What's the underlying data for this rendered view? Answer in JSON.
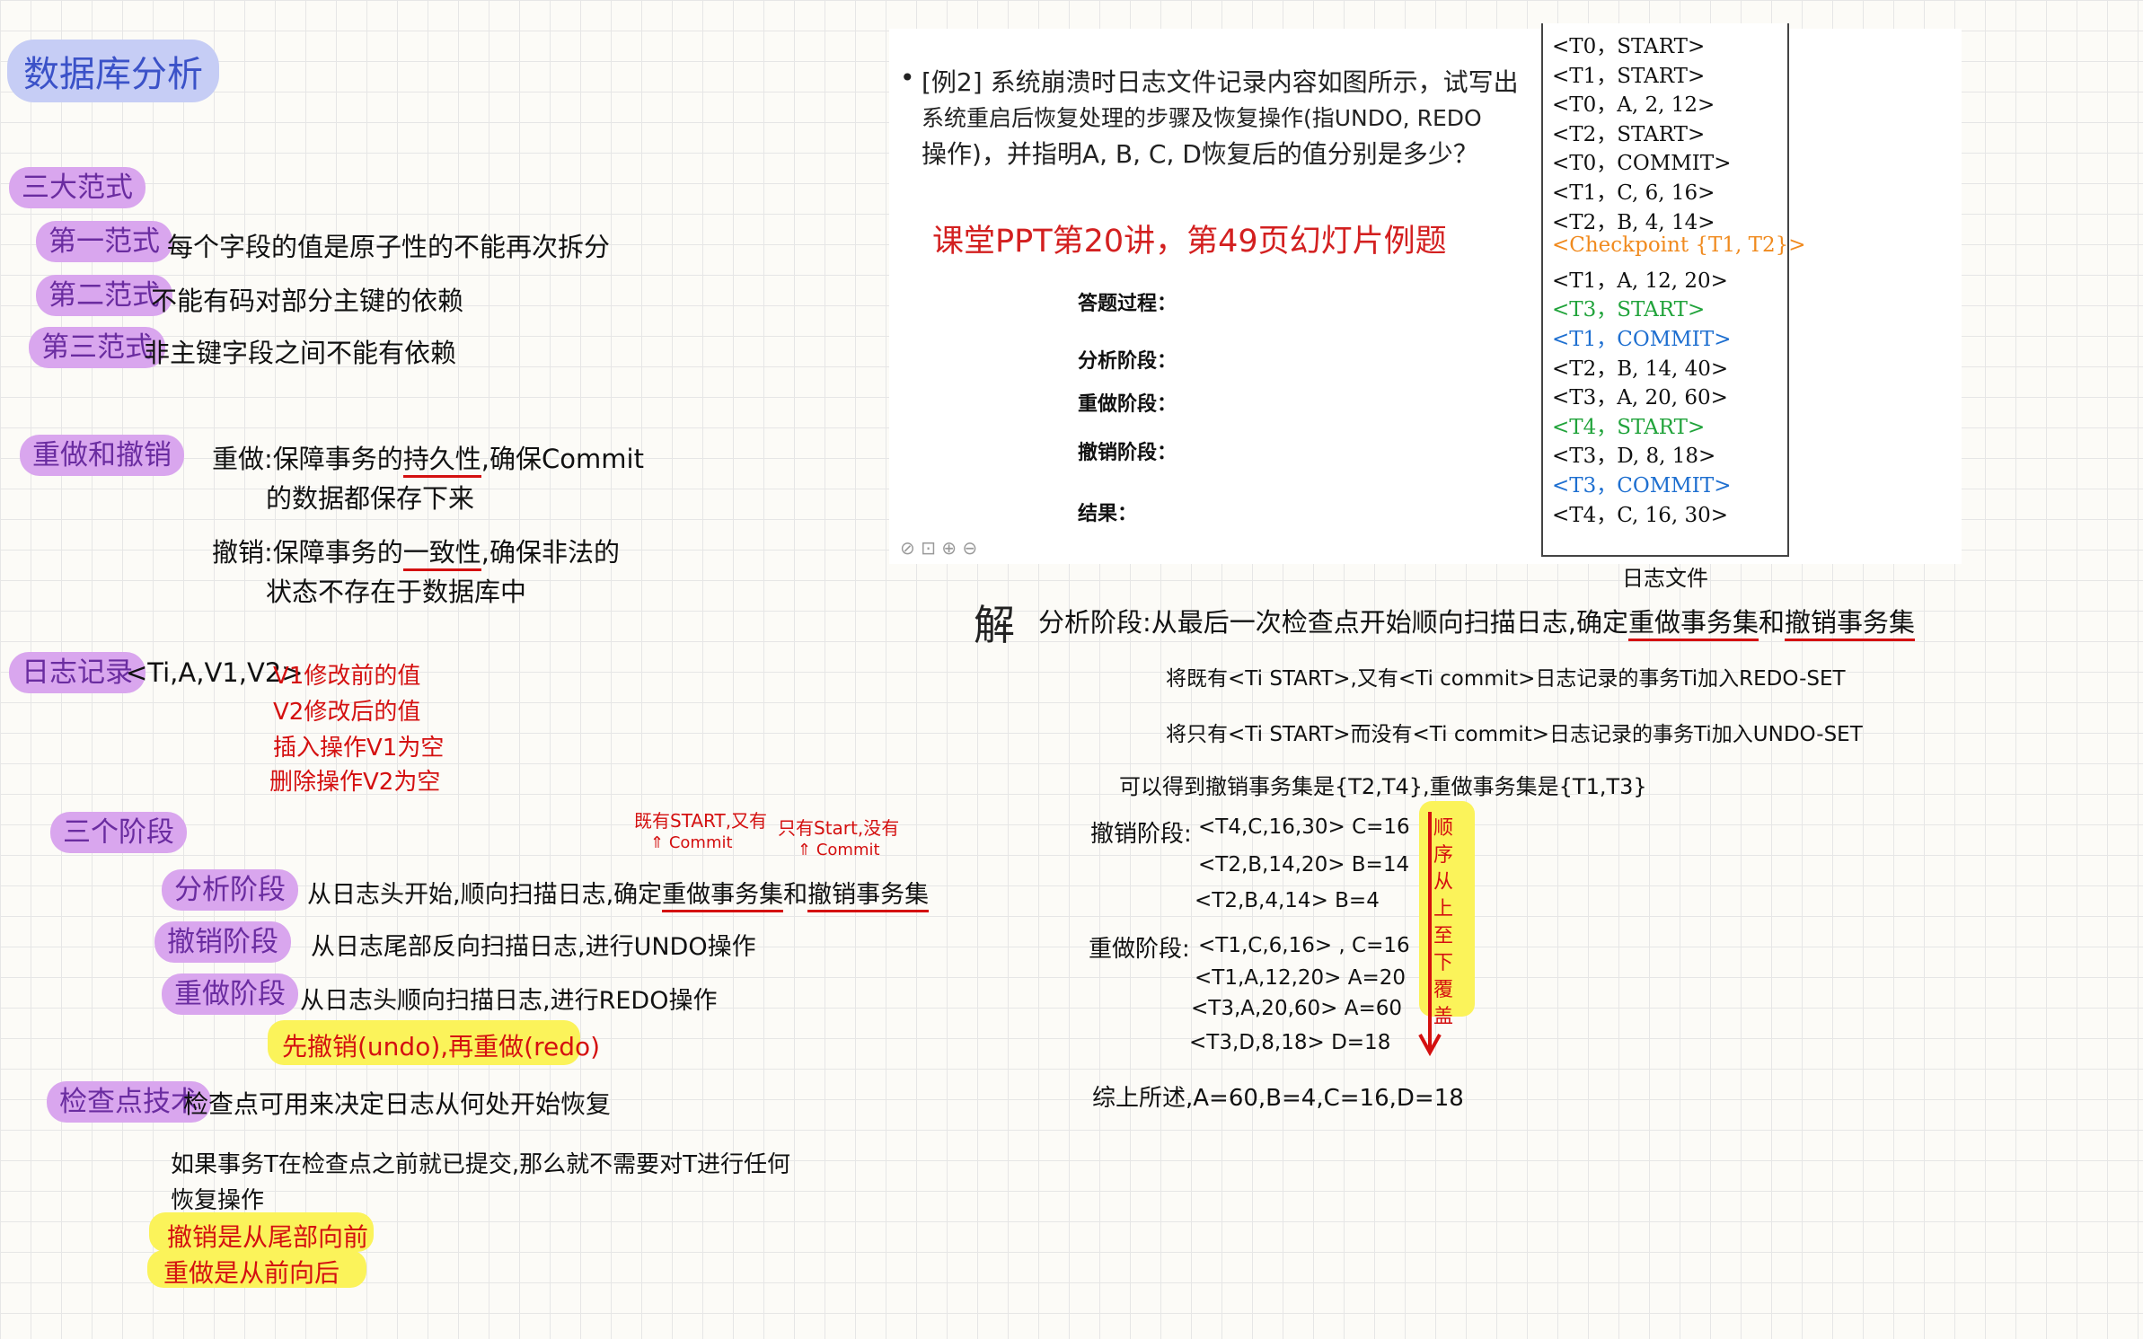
{
  "title": "数据库分析",
  "sections": {
    "nf": {
      "tag": "三大范式",
      "items": [
        {
          "tag": "第一范式",
          "text": "每个字段的值是原子性的不能再次拆分"
        },
        {
          "tag": "第二范式",
          "text": "不能有码对部分主键的依赖"
        },
        {
          "tag": "第三范式",
          "text": "非主键字段之间不能有依赖"
        }
      ]
    },
    "redo_undo": {
      "tag": "重做和撤销",
      "redo_prefix": "重做:保障事务的",
      "redo_keyword": "持久性",
      "redo_suffix": ",确保Commit",
      "redo_line2": "的数据都保存下来",
      "undo_prefix": "撤销:保障事务的",
      "undo_keyword": "一致性",
      "undo_suffix": ",确保非法的",
      "undo_line2": "状态不存在于数据库中"
    },
    "log": {
      "tag": "日志记录",
      "format": "<Ti,A,V1,V2>",
      "notes": [
        "V1修改前的值",
        "V2修改后的值",
        "插入操作V1为空",
        "删除操作V2为空"
      ]
    },
    "phases": {
      "tag": "三个阶段",
      "note_redo": "既有START,又有",
      "note_redo_sub": "Commit",
      "note_undo": "只有Start,没有",
      "note_undo_sub": "Commit",
      "analysis_tag": "分析阶段",
      "analysis_text": "从日志头开始,顺向扫描日志,确定",
      "analysis_redo": "重做事务集",
      "analysis_and": "和",
      "analysis_undo": "撤销事务集",
      "undo_tag": "撤销阶段",
      "undo_text": "从日志尾部反向扫描日志,进行UNDO操作",
      "redo_tag": "重做阶段",
      "redo_text": "从日志头顺向扫描日志,进行REDO操作",
      "order_note": "先撤销(undo),再重做(redo)"
    },
    "checkpoint": {
      "tag": "检查点技术",
      "text": "检查点可用来决定日志从何处开始恢复",
      "text2": "如果事务T在检查点之前就已提交,那么就不需要对T进行任何",
      "text3": "恢复操作",
      "hl1": "撤销是从尾部向前",
      "hl2": "重做是从前向后"
    }
  },
  "ppt": {
    "bullet": "•",
    "q1": "[例2]  系统崩溃时日志文件记录内容如图所示，试写出",
    "q2": "系统重启后恢复处理的步骤及恢复操作(指UNDO, REDO",
    "q3": "操作)，并指明A, B, C, D恢复后的值分别是多少？",
    "ref": "课堂PPT第20讲，第49页幻灯片例题",
    "steps": [
      "答题过程：",
      "分析阶段：",
      "重做阶段：",
      "撤销阶段：",
      "结果："
    ],
    "log_caption": "日志文件",
    "log": [
      {
        "text": "<T0，START>",
        "color": "black"
      },
      {
        "text": "<T1，START>",
        "color": "black"
      },
      {
        "text": "<T0，A, 2, 12>",
        "color": "black"
      },
      {
        "text": "<T2，START>",
        "color": "black"
      },
      {
        "text": "<T0，COMMIT>",
        "color": "black"
      },
      {
        "text": "<T1，C, 6, 16>",
        "color": "black"
      },
      {
        "text": "<T2，B, 4, 14>",
        "color": "black"
      },
      {
        "text": "<Checkpoint {T1, T2}>",
        "color": "orange"
      },
      {
        "text": "<T1，A, 12, 20>",
        "color": "black"
      },
      {
        "text": "<T3，START>",
        "color": "green"
      },
      {
        "text": "<T1，COMMIT>",
        "color": "blue"
      },
      {
        "text": "<T2，B, 14, 40>",
        "color": "black"
      },
      {
        "text": "<T3，A, 20, 60>",
        "color": "black"
      },
      {
        "text": "<T4，START>",
        "color": "green"
      },
      {
        "text": "<T3，D, 8, 18>",
        "color": "black"
      },
      {
        "text": "<T3，COMMIT>",
        "color": "blue"
      },
      {
        "text": "<T4，C, 16, 30>",
        "color": "black"
      }
    ]
  },
  "answer": {
    "jie": "解",
    "line1_prefix": "分析阶段:从最后一次检查点开始顺向扫描日志,确定",
    "line1_redo": "重做事务集",
    "line1_and": "和",
    "line1_undo": "撤销事务集",
    "line2": "将既有<Ti START>,又有<Ti commit>日志记录的事务Ti加入REDO-SET",
    "line3": "将只有<Ti START>而没有<Ti commit>日志记录的事务Ti加入UNDO-SET",
    "line4": "可以得到撤销事务集是{T2,T4},重做事务集是{T1,T3}",
    "undo_label": "撤销阶段:",
    "undo_lines": [
      "<T4,C,16,30>  C=16",
      "<T2,B,14,20>  B=14",
      "<T2,B,4,14>  B=4"
    ],
    "redo_label": "重做阶段:",
    "redo_lines": [
      "<T1,C,6,16>  , C=16",
      "<T1,A,12,20>  A=20",
      "<T3,A,20,60>  A=60",
      "<T3,D,8,18>  D=18"
    ],
    "side_note": "顺序从上至下覆盖",
    "result": "综上所述,A=60,B=4,C=16,D=18"
  }
}
